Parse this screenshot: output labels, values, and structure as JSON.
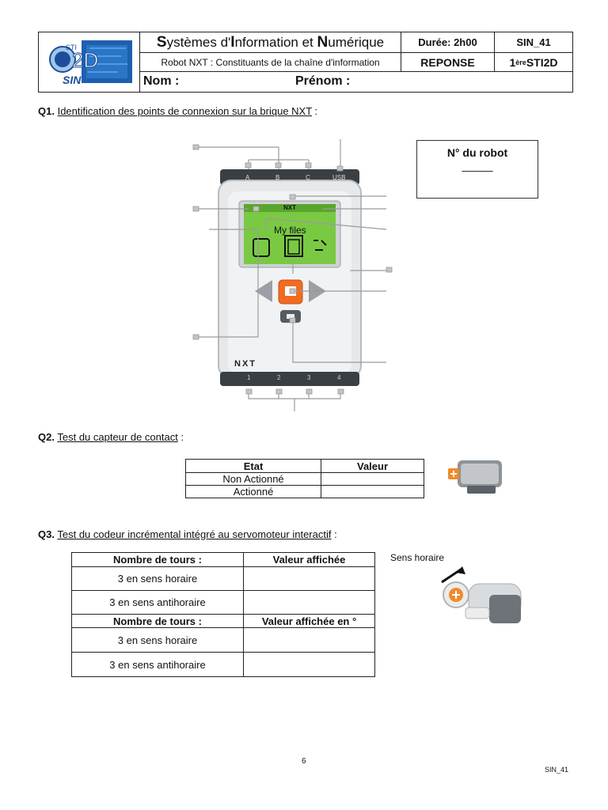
{
  "header": {
    "logo_top": "STI",
    "logo_mid": "2D",
    "logo_bottom": "SIN",
    "title_s": "S",
    "title_1": "ystèmes d'",
    "title_i": "I",
    "title_2": "nformation et ",
    "title_n": "N",
    "title_3": "umérique",
    "subtitle": "Robot NXT : Constituants de la chaîne d'information",
    "duree": "Durée: 2h00",
    "code": "SIN_41",
    "reponse": "REPONSE",
    "classe_num": "1",
    "classe_sup": "ère",
    "classe_rest": " STI2D",
    "nom": "Nom :",
    "prenom": "Prénom :"
  },
  "q1": {
    "number": "Q1.",
    "text": "Identification des points de connexion sur la brique NXT",
    "suffix": " :",
    "robot_box_title": "N° du robot",
    "robot_box_line": "_____"
  },
  "brick": {
    "ports_top": [
      "A",
      "B",
      "C",
      "USB"
    ],
    "screen_label": "NXT",
    "screen_text": "My files",
    "brand": "nxt",
    "ports_bottom": [
      "1",
      "2",
      "3",
      "4"
    ]
  },
  "q2": {
    "number": "Q2.",
    "text": "Test du capteur de contact",
    "suffix": " :",
    "headers": [
      "Etat",
      "Valeur"
    ],
    "rows": [
      [
        "Non Actionné",
        ""
      ],
      [
        "Actionné",
        ""
      ]
    ]
  },
  "q3": {
    "number": "Q3.",
    "text": "Test du codeur incrémental intégré au servomoteur interactif",
    "suffix": " :",
    "headers1": [
      "Nombre de tours :",
      "Valeur affichée"
    ],
    "rows1": [
      [
        "3 en sens horaire",
        ""
      ],
      [
        "3 en sens antihoraire",
        ""
      ]
    ],
    "headers2": [
      "Nombre de tours :",
      "Valeur affichée en °"
    ],
    "rows2": [
      [
        "3 en sens horaire",
        ""
      ],
      [
        "3 en sens antihoraire",
        ""
      ]
    ],
    "motor_label": "Sens horaire"
  },
  "footer": {
    "page": "6",
    "code": "SIN_41"
  }
}
